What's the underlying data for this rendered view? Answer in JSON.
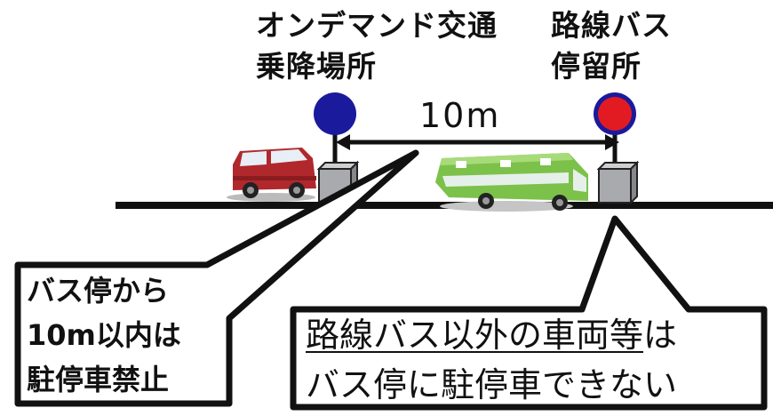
{
  "ondemand_stop": {
    "line1": "オンデマンド交通",
    "line2": "乗降場所",
    "marker_color": "#1a1a9c"
  },
  "bus_stop": {
    "line1": "路線バス",
    "line2": "停留所",
    "marker_color": "#e21b23"
  },
  "distance_label": "10m",
  "left_callout": {
    "line1": "バス停から",
    "line2": "10m以内は",
    "line3": "駐停車禁止"
  },
  "right_callout": {
    "line1_underlined": "路線バス以外の車両等",
    "line1_rest": "は",
    "line2": "バス停に駐停車できない"
  },
  "colors": {
    "ink": "#111111",
    "van": "#b0282c",
    "bus": "#7cc14a",
    "stop_base": "#a9aaae"
  },
  "icons": [
    "van-icon",
    "bus-icon"
  ]
}
